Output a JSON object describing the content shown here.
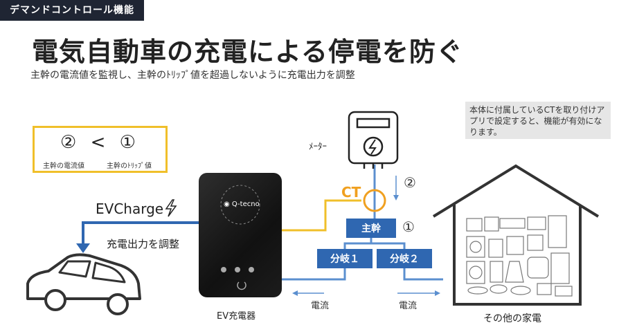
{
  "header": {
    "tag": "デマンドコントロール機能",
    "title": "電気自動車の充電による停電を防ぐ",
    "subtitle": "主幹の電流値を監視し、主幹のﾄﾘｯﾌﾟ値を超過しないように充電出力を調整"
  },
  "note": "本体に付属しているCTを取り付けアプリで設定すると、機能が有効になります。",
  "legend": {
    "formula": "② < ①",
    "label_left": "主幹の電流値",
    "label_right": "主幹のﾄﾘｯﾌﾟ値"
  },
  "diagram": {
    "meter_label": "ﾒｰﾀｰ",
    "ct_label": "CT",
    "step2": "②",
    "step1": "①",
    "main_breaker": "主幹",
    "branch1": "分岐１",
    "branch2": "分岐２",
    "evcharge_label": "EVCharge",
    "adjust_label": "充電出力を調整",
    "flow_left": "電流",
    "flow_right": "電流",
    "charger_label": "EV充電器",
    "charger_logo": "◉ Q-tecno",
    "home_label": "その他の家電"
  },
  "colors": {
    "blue": "#2f67b1",
    "line_blue": "#5b8fcf",
    "yellow": "#f0bf2a",
    "ct_orange": "#f0a020",
    "header_bg": "#1f2533"
  }
}
